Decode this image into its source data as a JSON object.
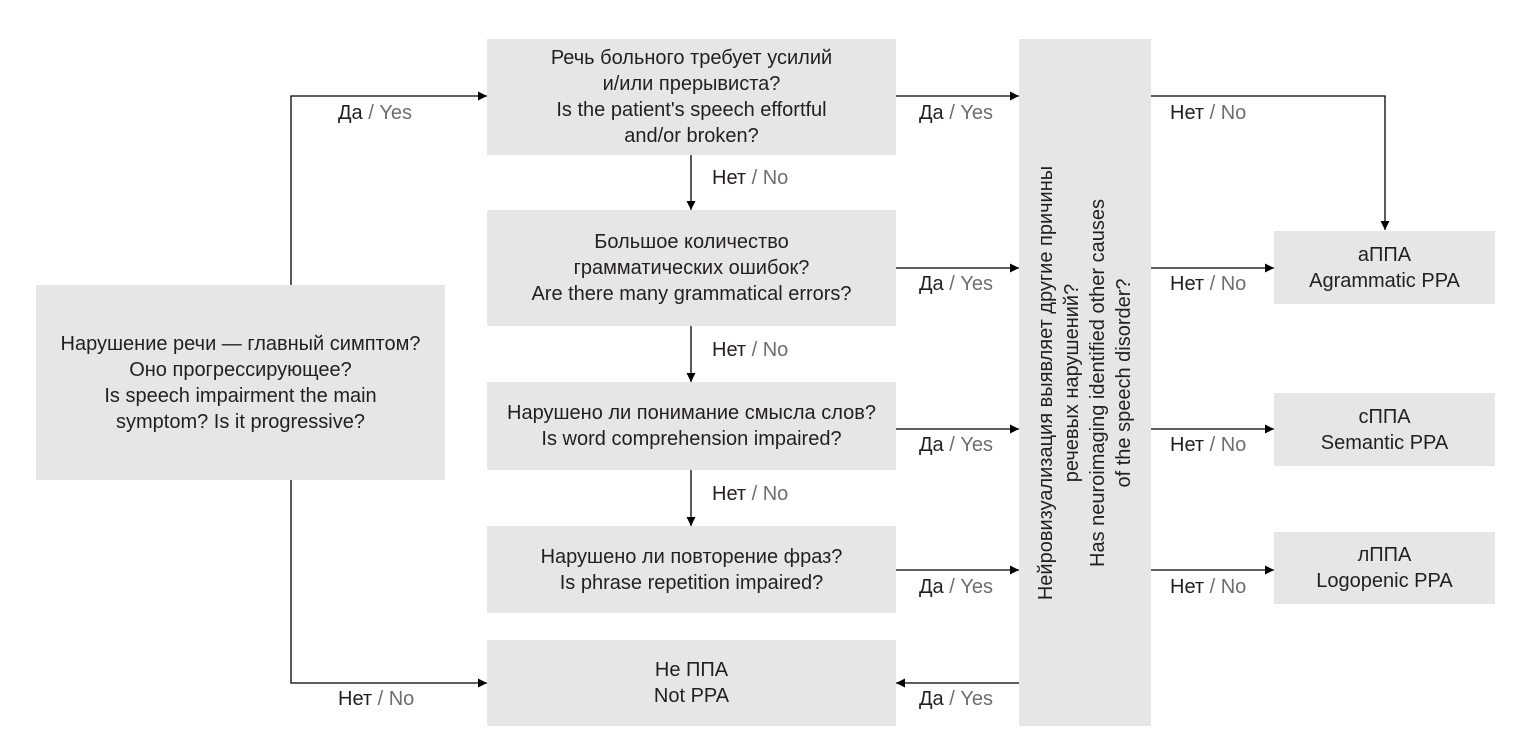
{
  "nodes": {
    "start": {
      "line1": "Нарушение речи — главный симптом?",
      "line2": "Оно прогрессирующее?",
      "line3": "Is speech impairment the main",
      "line4": "symptom? Is it progressive?"
    },
    "q1": {
      "line1": "Речь больного требует усилий",
      "line2": "и/или прерывиста?",
      "line3": "Is the patient's speech effortful",
      "line4": "and/or broken?"
    },
    "q2": {
      "line1": "Большое количество",
      "line2": "грамматических ошибок?",
      "line3": "Are there many grammatical errors?"
    },
    "q3": {
      "line1": "Нарушено ли понимание смысла слов?",
      "line2": "Is word comprehension impaired?"
    },
    "q4": {
      "line1": "Нарушено ли повторение фраз?",
      "line2": "Is phrase repetition impaired?"
    },
    "not_ppa": {
      "line1": "Не ППА",
      "line2": "Not PPA"
    },
    "neuro": {
      "line1": "Нейровизуализация выявляет другие причины",
      "line2": "речевых нарушений?",
      "line3": "Has neuroimaging identified other causes",
      "line4": "of the speech disorder?"
    },
    "appa": {
      "line1": "аППА",
      "line2": "Agrammatic PPA"
    },
    "sppa": {
      "line1": "сППА",
      "line2": "Semantic PPA"
    },
    "lppa": {
      "line1": "лППА",
      "line2": "Logopenic PPA"
    }
  },
  "labels": {
    "yes_ru": "Да",
    "yes_en": "Yes",
    "no_ru": "Нет",
    "no_en": "No",
    "sep": " / "
  },
  "colors": {
    "box_fill": "#e6e6e6",
    "text": "#231f20",
    "english_label": "#6d6e71",
    "line": "#000000"
  }
}
